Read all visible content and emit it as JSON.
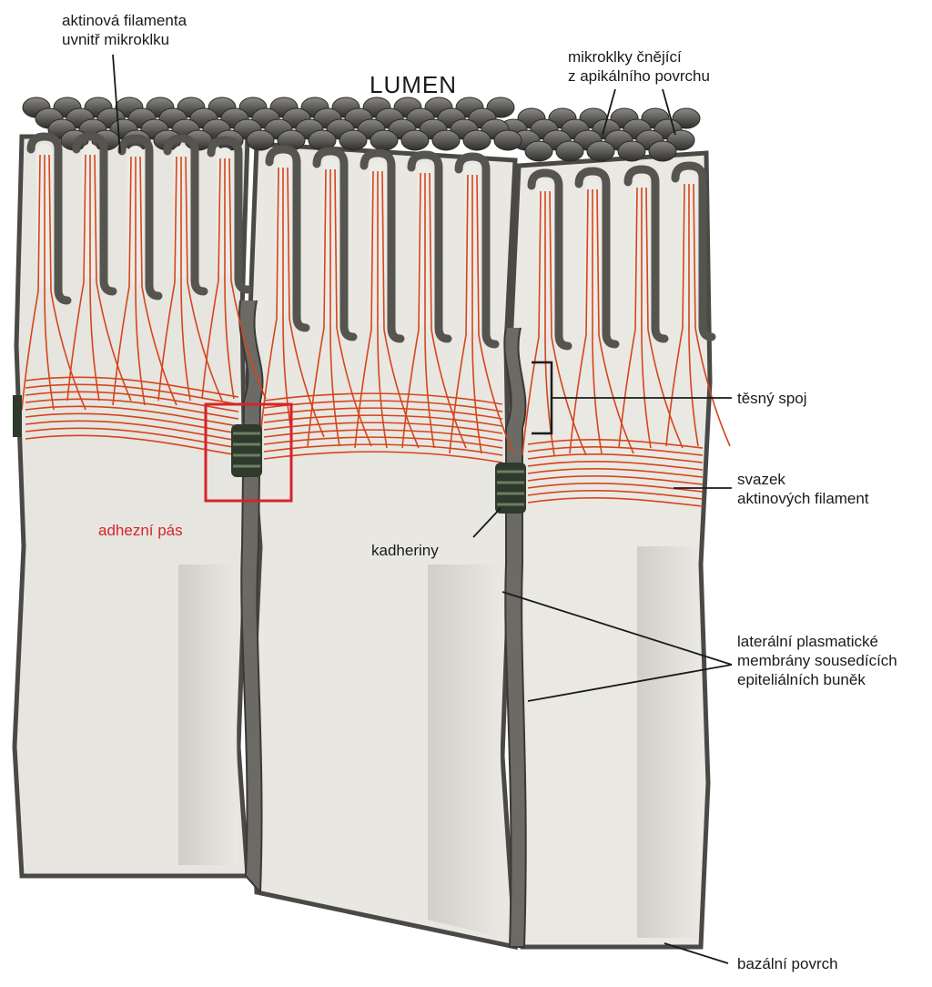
{
  "title": "LUMEN",
  "labels": {
    "actin_inside_microvilli": [
      "aktinová filamenta",
      "uvnitř mikroklku"
    ],
    "microvilli": [
      "mikroklky čnějící",
      "z apikálního povrchu"
    ],
    "tight_junction": "těsný spoj",
    "actin_bundle": [
      "svazek",
      "aktinových filament"
    ],
    "adhesion_belt": "adhezní pás",
    "cadherins": "kadheriny",
    "lateral_membranes": [
      "laterální plasmatické",
      "membrány sousedících",
      "epiteliálních buněk"
    ],
    "basal_surface": "bazální povrch"
  },
  "colors": {
    "cytoplasm": "#e6e5e0",
    "membrane": "#4a4946",
    "microvillus": "#55544f",
    "actin": "#d6451c",
    "highlight": "#d8232a",
    "text": "#1a1a1a"
  }
}
